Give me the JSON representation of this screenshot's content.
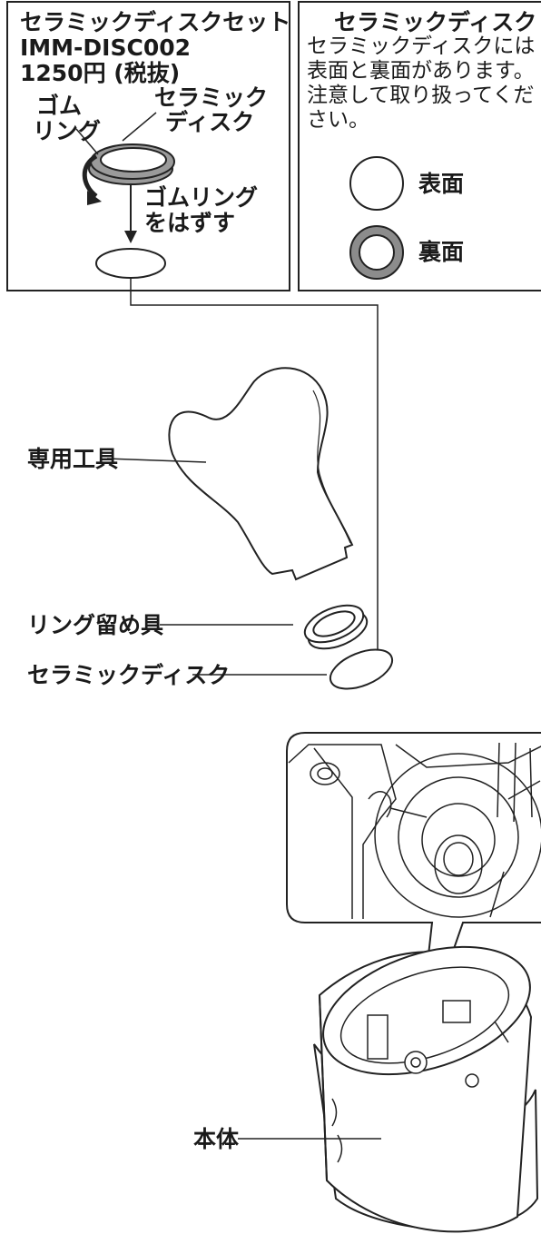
{
  "left_panel": {
    "product_name": "セラミックディスクセット",
    "product_code": "IMM-DISC002",
    "price": "1250円 (税抜)",
    "label_rubber_ring_1": "ゴム",
    "label_rubber_ring_2": "リング",
    "label_disc_1": "セラミック",
    "label_disc_2": "ディスク",
    "step_1": "ゴムリング",
    "step_2": "をはずす"
  },
  "right_panel": {
    "title": "セラミックディスク",
    "note_1": "セラミックディスクには",
    "note_2": "表面と裏面があります。",
    "note_3": "注意して取り扱ってくだ",
    "note_4": "さい。",
    "front_label": "表面",
    "back_label": "裏面"
  },
  "parts": {
    "tool_label": "専用工具",
    "retainer_label": "リング留め具",
    "disc_label": "セラミックディスク",
    "body_label": "本体"
  }
}
